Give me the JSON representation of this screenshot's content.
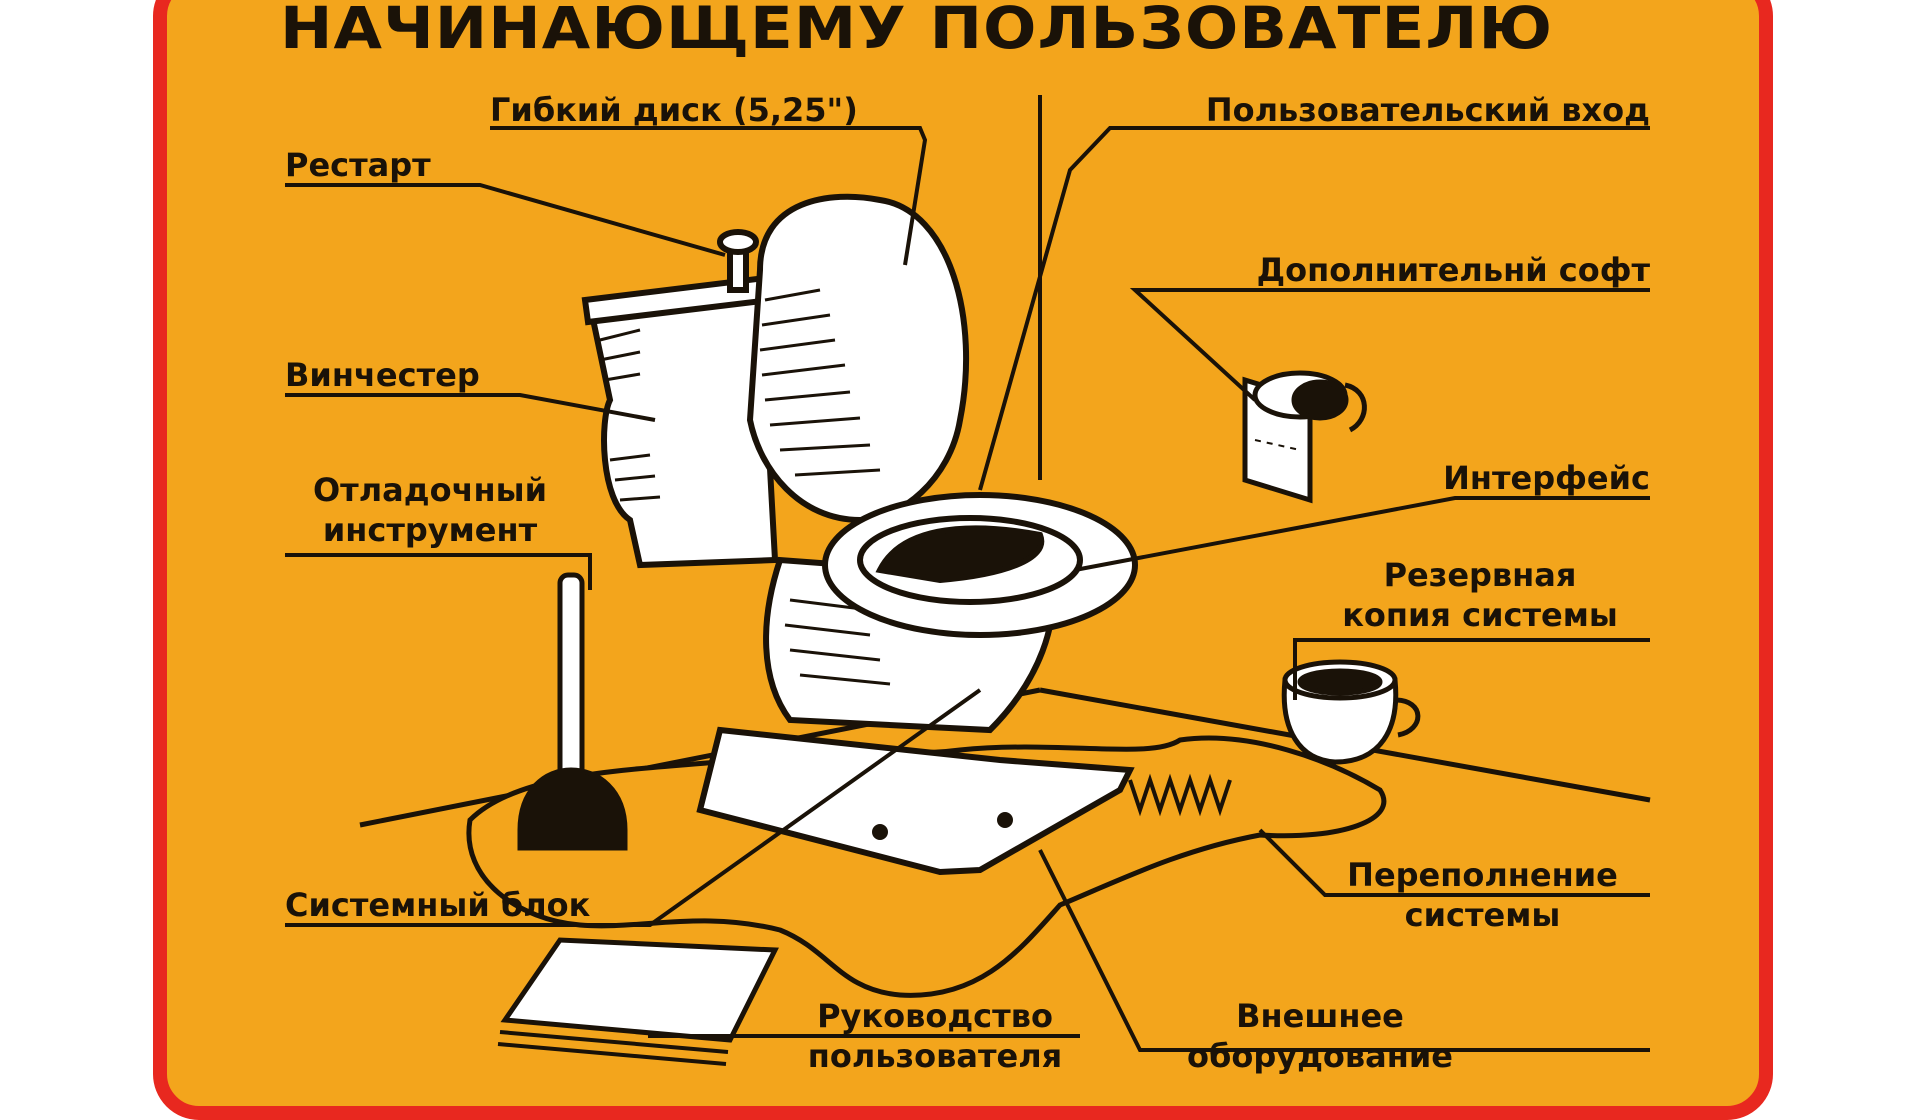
{
  "title": "НАЧИНАЮЩЕМУ ПОЛЬЗОВАТЕЛЮ",
  "colors": {
    "background": "#f3a51c",
    "border": "#e8281f",
    "ink": "#1a1208",
    "porcelain": "#ffffff"
  },
  "labels": {
    "floppy": "Гибкий диск (5,25\")",
    "user_input": "Пользовательский вход",
    "restart": "Рестарт",
    "extra_soft": "Дополнительнй софт",
    "hdd": "Винчестер",
    "debug_line1": "Отладочный",
    "debug_line2": "инструмент",
    "interface": "Интерфейс",
    "backup_line1": "Резервная",
    "backup_line2": "копия системы",
    "system_unit": "Системный блок",
    "overflow_line1": "Переполнение",
    "overflow_line2": "системы",
    "manual_line1": "Руководство",
    "manual_line2": "пользователя",
    "external_line1": "Внешнее",
    "external_line2": "оборудование"
  },
  "icons": [
    "toilet-icon",
    "plunger-icon",
    "toilet-paper-icon",
    "chamber-pot-icon",
    "manual-papers-icon",
    "puddle-icon"
  ]
}
